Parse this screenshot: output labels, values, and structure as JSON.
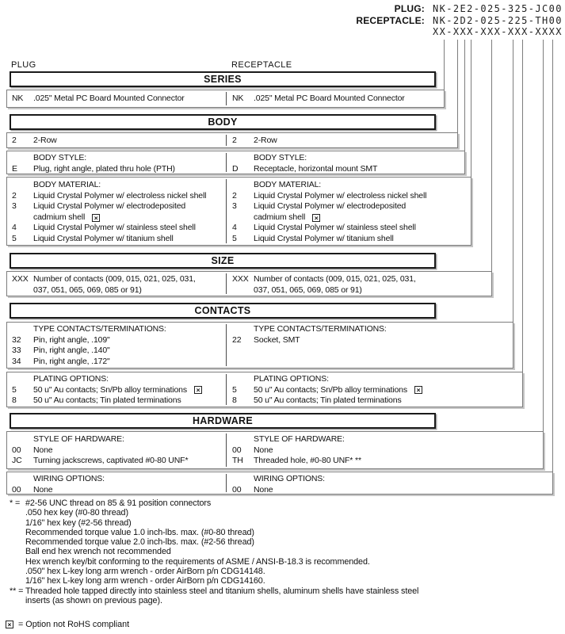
{
  "header": {
    "plug_label": "PLUG:",
    "plug_value": "NK-2E2-025-325-JC00",
    "receptacle_label": "RECEPTACLE:",
    "receptacle_value": "NK-2D2-025-225-TH00",
    "mask_value": "XX-XXX-XXX-XXX-XXXX"
  },
  "column_labels": {
    "left": "PLUG",
    "right": "RECEPTACLE"
  },
  "icons": {
    "not_rohs": "×"
  },
  "series": {
    "banner": "SERIES",
    "left": {
      "code": "NK",
      "desc": ".025\" Metal PC Board Mounted Connector"
    },
    "right": {
      "code": "NK",
      "desc": ".025\" Metal PC Board Mounted Connector"
    }
  },
  "body": {
    "banner": "BODY",
    "row": {
      "left": {
        "code": "2",
        "desc": "2-Row"
      },
      "right": {
        "code": "2",
        "desc": "2-Row"
      }
    },
    "style": {
      "header": "BODY STYLE:",
      "left": {
        "code": "E",
        "desc": "Plug, right angle, plated thru hole (PTH)"
      },
      "right": {
        "code": "D",
        "desc": "Receptacle, horizontal mount SMT"
      }
    },
    "material": {
      "header": "BODY MATERIAL:",
      "options": [
        {
          "code": "2",
          "desc": "Liquid Crystal Polymer w/ electroless nickel shell"
        },
        {
          "code": "3",
          "desc": "Liquid Crystal Polymer w/ electrodeposited",
          "desc2": "cadmium shell"
        },
        {
          "code": "4",
          "desc": "Liquid Crystal Polymer w/ stainless steel shell"
        },
        {
          "code": "5",
          "desc": "Liquid Crystal Polymer w/ titanium shell"
        }
      ]
    }
  },
  "size": {
    "banner": "SIZE",
    "code": "XXX",
    "desc_line1": "Number of contacts (009, 015, 021, 025, 031,",
    "desc_line2": "037, 051, 065, 069, 085 or 91)"
  },
  "contacts": {
    "banner": "CONTACTS",
    "type": {
      "header": "TYPE CONTACTS/TERMINATIONS:",
      "left": [
        {
          "code": "32",
          "desc": "Pin, right angle, .109\""
        },
        {
          "code": "33",
          "desc": "Pin, right angle, .140\""
        },
        {
          "code": "34",
          "desc": "Pin, right angle, .172\""
        }
      ],
      "right": [
        {
          "code": "22",
          "desc": "Socket, SMT"
        }
      ]
    },
    "plating": {
      "header": "PLATING OPTIONS:",
      "options": [
        {
          "code": "5",
          "desc": "50 u\" Au contacts; Sn/Pb alloy terminations",
          "not_rohs": true
        },
        {
          "code": "8",
          "desc": "50 u\" Au contacts; Tin plated terminations"
        }
      ]
    }
  },
  "hardware": {
    "banner": "HARDWARE",
    "style": {
      "header": "STYLE OF HARDWARE:",
      "left": [
        {
          "code": "00",
          "desc": "None"
        },
        {
          "code": "JC",
          "desc": "Turning jackscrews, captivated #0-80 UNF*"
        }
      ],
      "right": [
        {
          "code": "00",
          "desc": "None"
        },
        {
          "code": "TH",
          "desc": "Threaded hole, #0-80 UNF* **"
        }
      ]
    },
    "wiring": {
      "header": "WIRING OPTIONS:",
      "left": {
        "code": "00",
        "desc": "None"
      },
      "right": {
        "code": "00",
        "desc": "None"
      }
    }
  },
  "footnotes": {
    "star": {
      "marker": "* =",
      "lines": [
        "#2-56 UNC thread on 85 & 91 position connectors",
        ".050 hex key (#0-80 thread)",
        "1/16\" hex key (#2-56 thread)",
        "Recommended torque value 1.0 inch-lbs. max. (#0-80 thread)",
        "Recommended torque value 2.0 inch-lbs. max. (#2-56 thread)",
        "Ball end hex wrench not recommended",
        "Hex wrench key/bit conforming to the requirements of ASME / ANSI-B-18.3 is recommended.",
        ".050\" hex L-key long arm wrench - order AirBorn p/n CDG14148.",
        "1/16\" hex L-key long arm wrench - order AirBorn p/n CDG14160."
      ]
    },
    "doublestar": {
      "marker": "** =",
      "lines": [
        "Threaded hole tapped directly into stainless steel and titanium shells, aluminum shells have stainless steel",
        "inserts (as shown on previous page)."
      ]
    },
    "rohs": {
      "text": "= Option not RoHS compliant"
    }
  }
}
